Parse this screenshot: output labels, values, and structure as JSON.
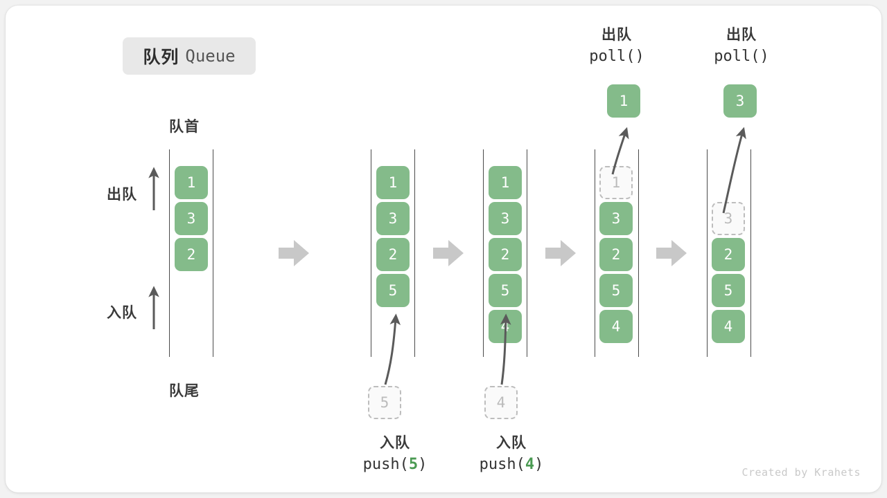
{
  "title": {
    "cn": "队列",
    "en": "Queue"
  },
  "labels": {
    "front": "队首",
    "rear": "队尾",
    "dequeue": "出队",
    "enqueue": "入队"
  },
  "operations": [
    {
      "cn": "入队",
      "fn": "push(",
      "arg": "5",
      "close": ")"
    },
    {
      "cn": "入队",
      "fn": "push(",
      "arg": "4",
      "close": ")"
    },
    {
      "cn": "出队",
      "fn": "poll(",
      "arg": "",
      "close": ")"
    },
    {
      "cn": "出队",
      "fn": "poll(",
      "arg": "",
      "close": ")"
    }
  ],
  "columns": [
    {
      "id": "col-initial",
      "cells": [
        "1",
        "3",
        "2"
      ],
      "ghost_index": -1
    },
    {
      "id": "col-after-push-5",
      "cells": [
        "1",
        "3",
        "2",
        "5"
      ],
      "ghost_index": -1
    },
    {
      "id": "col-after-push-4",
      "cells": [
        "1",
        "3",
        "2",
        "5",
        "4"
      ],
      "ghost_index": -1
    },
    {
      "id": "col-after-poll-1",
      "cells": [
        "1",
        "3",
        "2",
        "5",
        "4"
      ],
      "ghost_index": 0
    },
    {
      "id": "col-after-poll-3",
      "cells": [
        "3",
        "2",
        "5",
        "4"
      ],
      "ghost_index": 0
    }
  ],
  "incoming": [
    {
      "id": "incoming-5",
      "value": "5"
    },
    {
      "id": "incoming-4",
      "value": "4"
    }
  ],
  "outgoing": [
    {
      "id": "outgoing-1",
      "value": "1"
    },
    {
      "id": "outgoing-3",
      "value": "3"
    }
  ],
  "credit": "Created by Krahets",
  "colors": {
    "cell_green": "#84bb8a",
    "arrow_gray": "#5a5a5a",
    "chevron_gray": "#c8c8c8",
    "ghost_border": "#bdbdbd",
    "badge_bg": "#e8e8e8"
  }
}
